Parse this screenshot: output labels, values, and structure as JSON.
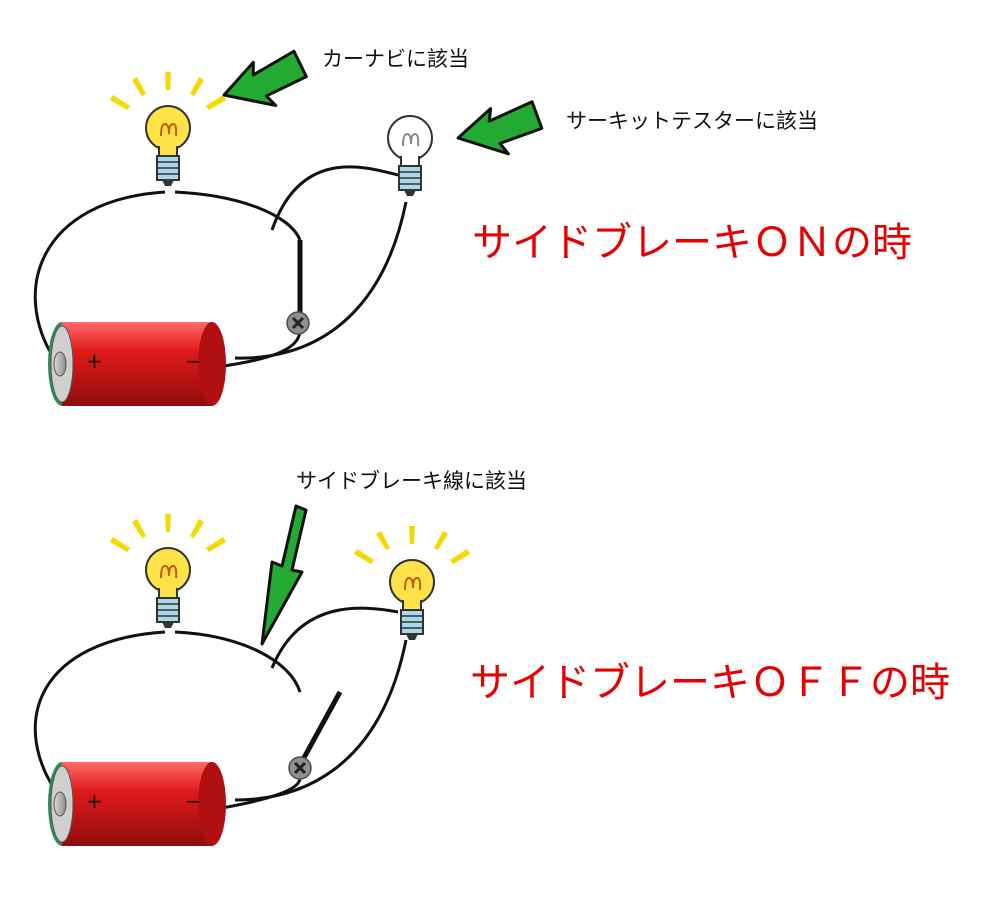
{
  "annotations": {
    "car_navi": "カーナビに該当",
    "circuit_tester": "サーキットテスターに該当",
    "side_brake_wire": "サイドブレーキ線に該当"
  },
  "states": {
    "on": "サイドブレーキＯＮの時",
    "off": "サイドブレーキＯＦＦの時"
  },
  "battery": {
    "plus": "+",
    "minus": "−"
  },
  "colors": {
    "state_text": "#e60000",
    "arrow_fill": "#22aa33",
    "battery_body": "#d81818",
    "battery_rim": "#2e8b57",
    "glow": "#f5d800",
    "bulb_lit": "#ffe24a",
    "socket": "#a8d8ea"
  },
  "icons": {
    "bulb": "light-bulb-icon",
    "screw": "screw-icon",
    "arrow": "green-arrow-icon",
    "battery": "battery-icon"
  }
}
